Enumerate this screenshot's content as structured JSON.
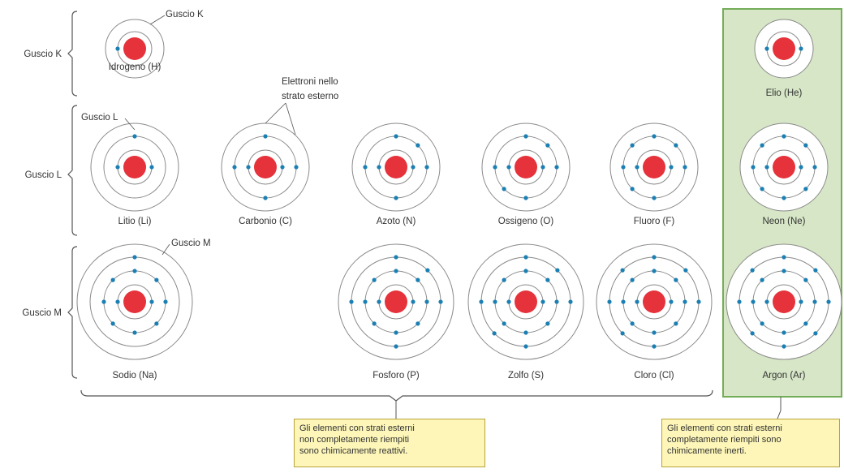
{
  "colors": {
    "nucleus": "#e5323b",
    "electron": "#1a7fb3",
    "ring": "#8a8a8a",
    "panel_fill": "#d6e6c6",
    "panel_border": "#74ad5a",
    "note_fill": "#fdf6b8",
    "note_border": "#b8a23a",
    "text": "#333333"
  },
  "shell_labels": {
    "k": "Guscio K",
    "l": "Guscio L",
    "m": "Guscio M"
  },
  "callouts": {
    "k": "Guscio K",
    "l": "Guscio L",
    "m": "Guscio M",
    "outer_line1": "Elettroni nello",
    "outer_line2": "strato esterno"
  },
  "atoms": [
    {
      "key": "idrogeno",
      "name": "Idrogeno (H)",
      "electrons": [
        1
      ]
    },
    {
      "key": "elio",
      "name": "Elio (He)",
      "electrons": [
        2
      ]
    },
    {
      "key": "litio",
      "name": "Litio (Li)",
      "electrons": [
        2,
        1
      ]
    },
    {
      "key": "carbonio",
      "name": "Carbonio (C)",
      "electrons": [
        2,
        4
      ]
    },
    {
      "key": "azoto",
      "name": "Azoto (N)",
      "electrons": [
        2,
        5
      ]
    },
    {
      "key": "ossigeno",
      "name": "Ossigeno (O)",
      "electrons": [
        2,
        6
      ]
    },
    {
      "key": "fluoro",
      "name": "Fluoro (F)",
      "electrons": [
        2,
        7
      ]
    },
    {
      "key": "neon",
      "name": "Neon (Ne)",
      "electrons": [
        2,
        8
      ]
    },
    {
      "key": "sodio",
      "name": "Sodio (Na)",
      "electrons": [
        2,
        8,
        1
      ]
    },
    {
      "key": "fosforo",
      "name": "Fosforo (P)",
      "electrons": [
        2,
        8,
        5
      ]
    },
    {
      "key": "zolfo",
      "name": "Zolfo (S)",
      "electrons": [
        2,
        8,
        6
      ]
    },
    {
      "key": "cloro",
      "name": "Cloro (Cl)",
      "electrons": [
        2,
        8,
        7
      ]
    },
    {
      "key": "argon",
      "name": "Argon (Ar)",
      "electrons": [
        2,
        8,
        8
      ]
    }
  ],
  "notes": {
    "reactive": "Gli elementi con strati esterni\nnon completamente riempiti\nsono chimicamente reattivi.",
    "inert": "Gli elementi con strati esterni\ncompletamente riempiti sono\nchimicamente inerti."
  }
}
